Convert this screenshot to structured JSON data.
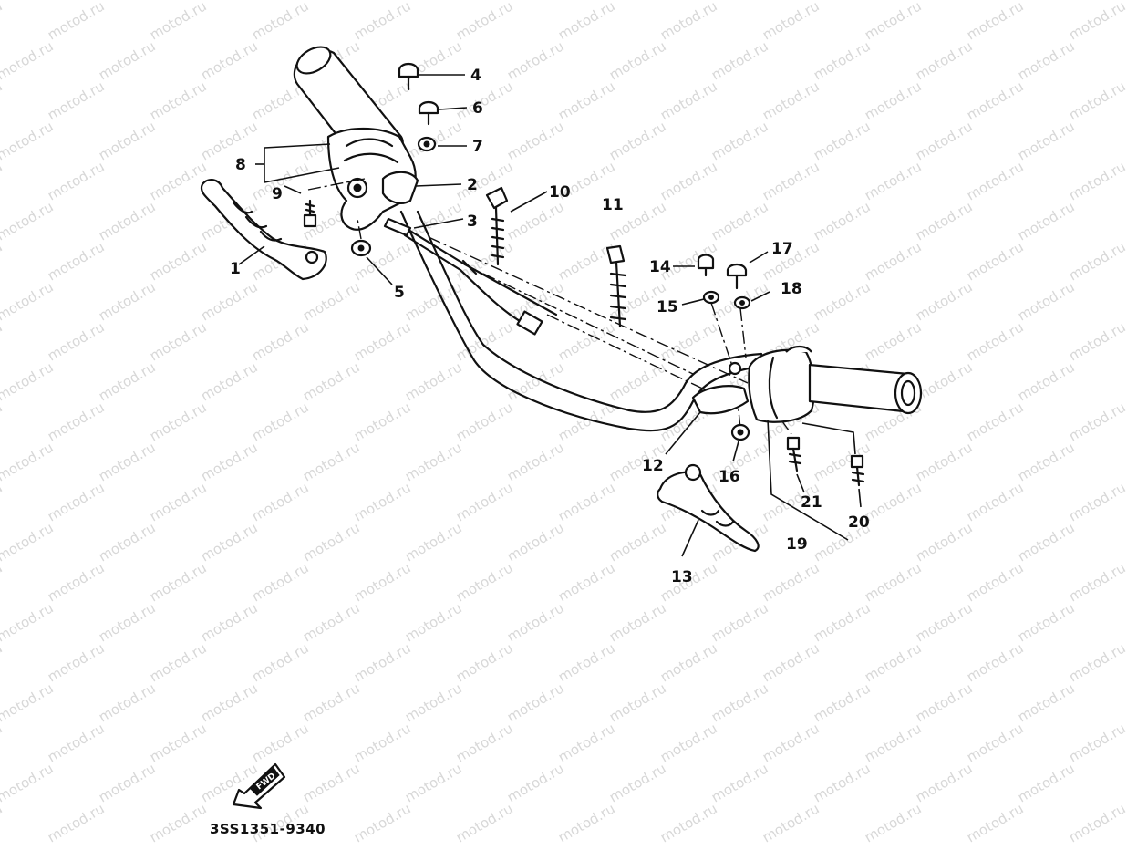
{
  "watermark": "motod.ru",
  "callouts": [
    {
      "id": "c1",
      "label": "1"
    },
    {
      "id": "c2",
      "label": "2"
    },
    {
      "id": "c3",
      "label": "3"
    },
    {
      "id": "c4",
      "label": "4"
    },
    {
      "id": "c5",
      "label": "5"
    },
    {
      "id": "c6",
      "label": "6"
    },
    {
      "id": "c7",
      "label": "7"
    },
    {
      "id": "c8",
      "label": "8"
    },
    {
      "id": "c9",
      "label": "9"
    },
    {
      "id": "c10",
      "label": "10"
    },
    {
      "id": "c11",
      "label": "11"
    },
    {
      "id": "c12",
      "label": "12"
    },
    {
      "id": "c13",
      "label": "13"
    },
    {
      "id": "c14",
      "label": "14"
    },
    {
      "id": "c15",
      "label": "15"
    },
    {
      "id": "c16",
      "label": "16"
    },
    {
      "id": "c17",
      "label": "17"
    },
    {
      "id": "c18",
      "label": "18"
    },
    {
      "id": "c19",
      "label": "19"
    },
    {
      "id": "c20",
      "label": "20"
    },
    {
      "id": "c21",
      "label": "21"
    }
  ],
  "diagram_code": "3SS1351-9340",
  "fwd_symbol": "FWD"
}
